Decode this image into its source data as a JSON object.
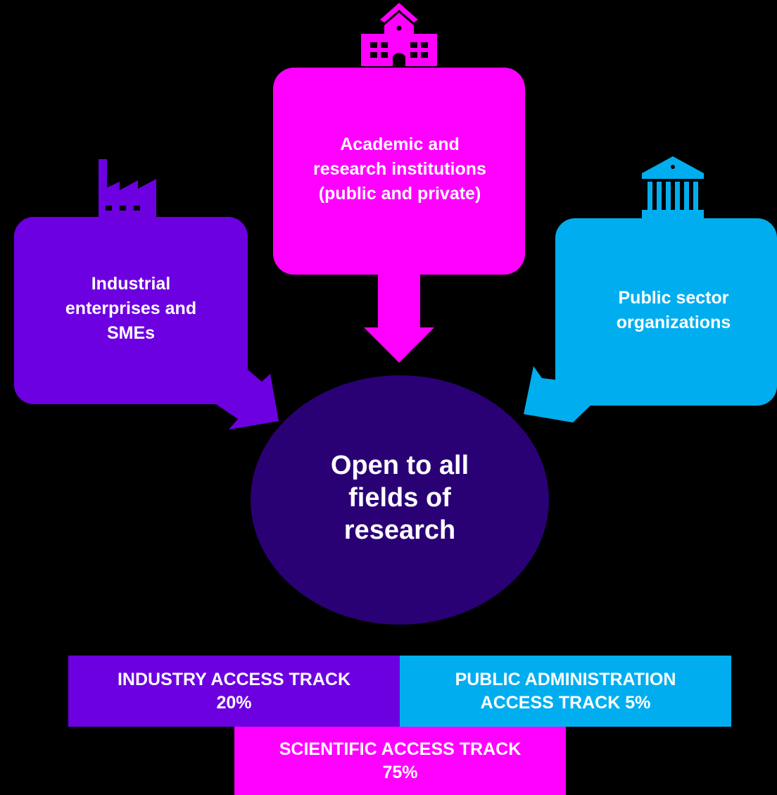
{
  "colors": {
    "background": "#000000",
    "industry": "#6d00e0",
    "academic": "#ff00ff",
    "public": "#00aeef",
    "center": "#2a0075",
    "text": "#ffffff"
  },
  "icons": {
    "academic": "school-building-icon",
    "industry": "factory-icon",
    "public": "government-building-icon"
  },
  "boxes": {
    "academic": {
      "line1": "Academic and",
      "line2": "research institutions",
      "line3": "(public and private)"
    },
    "industry": {
      "line1": "Industrial",
      "line2": "enterprises and",
      "line3": "SMEs"
    },
    "public": {
      "line1": "Public sector",
      "line2": "organizations"
    }
  },
  "center": {
    "line1": "Open to all",
    "line2": "fields of",
    "line3": "research"
  },
  "tracks": {
    "industry": {
      "line1": "INDUSTRY ACCESS TRACK",
      "line2": "20%"
    },
    "public": {
      "line1": "PUBLIC ADMINISTRATION",
      "line2": "ACCESS TRACK 5%"
    },
    "scientific": {
      "line1": "SCIENTIFIC ACCESS TRACK",
      "line2": "75%"
    }
  }
}
